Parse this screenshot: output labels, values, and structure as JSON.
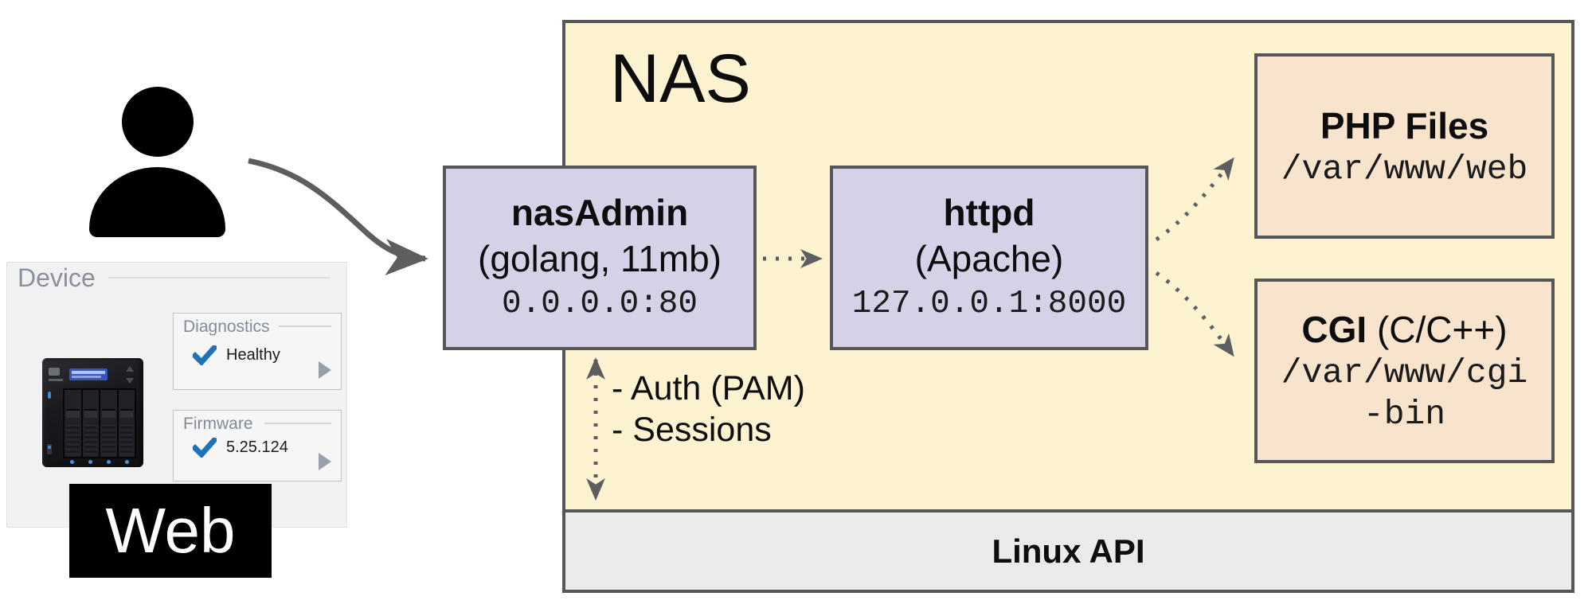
{
  "nas_title": "NAS",
  "web_badge": {
    "label": "Web"
  },
  "device_panel": {
    "title": "Device",
    "diagnostics": {
      "label": "Diagnostics",
      "check_icon": "blue-checkmark",
      "status": "Healthy",
      "expand_icon": "chevron-right"
    },
    "firmware": {
      "label": "Firmware",
      "check_icon": "blue-checkmark",
      "version": "5.25.124",
      "expand_icon": "chevron-right"
    }
  },
  "nodes": {
    "nasadmin": {
      "name": "nasAdmin",
      "runtime": "(golang, 11mb)",
      "listen": "0.0.0.0:80"
    },
    "httpd": {
      "name": "httpd",
      "runtime": "(Apache)",
      "listen": "127.0.0.1:8000"
    },
    "php_files": {
      "name": "PHP Files",
      "path": "/var/www/web"
    },
    "cgi": {
      "name": "CGI",
      "name_suffix": " (C/C++)",
      "path_line1": "/var/www/cgi",
      "path_line2": "-bin"
    },
    "linux_api": {
      "label": "Linux API"
    }
  },
  "annotations": {
    "line1": "- Auth (PAM)",
    "line2": "- Sessions"
  },
  "icons": {
    "user": "person-icon",
    "arrows": [
      "user-to-nasadmin-arrow",
      "nasadmin-to-httpd-arrow",
      "httpd-to-php-arrow",
      "httpd-to-cgi-arrow",
      "nasadmin-to-linuxapi-arrow"
    ]
  },
  "colors": {
    "nas_container_fill": "#fdf3d1",
    "service_node_fill": "#d7d1e8",
    "file_node_fill": "#f8e3cd",
    "linux_bar_fill": "#ebebeb",
    "border": "#55565a",
    "arrow_gray": "#5d5e60",
    "check_blue": "#1f72b8",
    "panel_gray_text": "#8a919c",
    "web_badge_bg": "#000000"
  }
}
